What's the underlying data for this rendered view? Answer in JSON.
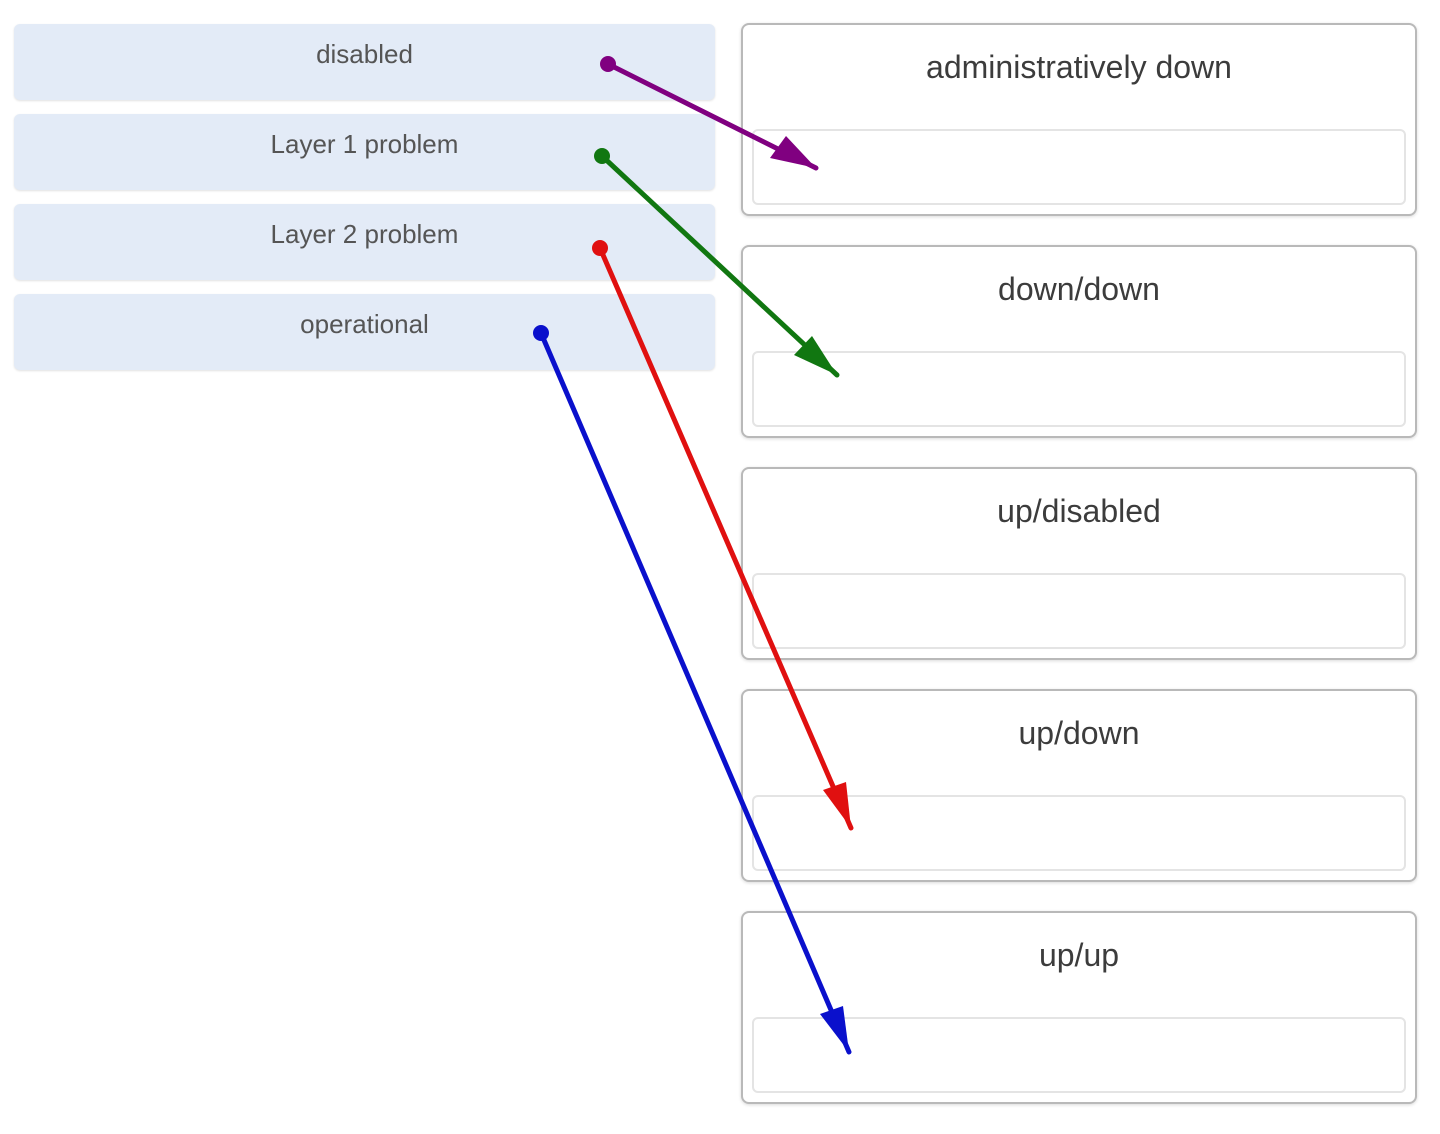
{
  "drag_items": [
    {
      "label": "disabled"
    },
    {
      "label": "Layer 1 problem"
    },
    {
      "label": "Layer 2 problem"
    },
    {
      "label": "operational"
    }
  ],
  "targets": [
    {
      "title": "administratively down"
    },
    {
      "title": "down/down"
    },
    {
      "title": "up/disabled"
    },
    {
      "title": "up/down"
    },
    {
      "title": "up/up"
    }
  ],
  "arrows": [
    {
      "from": "disabled",
      "to": "administratively down",
      "color": "#800080"
    },
    {
      "from": "Layer 1 problem",
      "to": "down/down",
      "color": "#117711"
    },
    {
      "from": "Layer 2 problem",
      "to": "up/down",
      "color": "#e01010"
    },
    {
      "from": "operational",
      "to": "up/up",
      "color": "#0a10cc"
    }
  ]
}
